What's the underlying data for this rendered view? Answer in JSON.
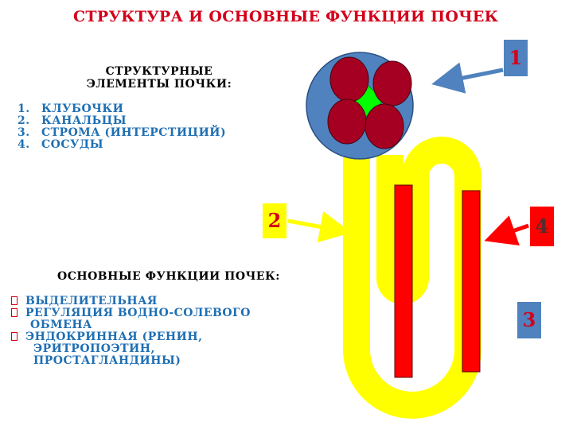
{
  "title": "СТРУКТУРА И ОСНОВНЫЕ ФУНКЦИИ ПОЧЕК",
  "structure": {
    "heading_line1": "СТРУКТУРНЫЕ",
    "heading_line2": "ЭЛЕМЕНТЫ ПОЧКИ:",
    "items": [
      {
        "num": "1.",
        "label": "КЛУБОЧКИ"
      },
      {
        "num": "2.",
        "label": "КАНАЛЬЦЫ"
      },
      {
        "num": "3.",
        "label": "СТРОМА (ИНТЕРСТИЦИЙ)"
      },
      {
        "num": "4.",
        "label": "СОСУДЫ"
      }
    ]
  },
  "functions": {
    "heading": "ОСНОВНЫЕ ФУНКЦИИ ПОЧЕК:",
    "items": [
      {
        "lines": [
          "ВЫДЕЛИТЕЛЬНАЯ"
        ]
      },
      {
        "lines": [
          "РЕГУЛЯЦИЯ ВОДНО-СОЛЕВОГО",
          "ОБМЕНА"
        ]
      },
      {
        "lines": [
          "ЭНДОКРИННАЯ (РЕНИН,",
          "ЭРИТРОПОЭТИН,",
          "ПРОСТАГЛАНДИНЫ)"
        ]
      }
    ]
  },
  "diagram_labels": {
    "label1": "1",
    "label2": "2",
    "label3": "3",
    "label4": "4"
  },
  "colors": {
    "title_red": "#d4001a",
    "text_blue": "#1f6fb3",
    "capsule_blue": "#4f82be",
    "glomerulus_crimson": "#a50021",
    "interstitium_green": "#00ff00",
    "tubule_yellow": "#ffff00",
    "vessel_red": "#ff0000"
  }
}
